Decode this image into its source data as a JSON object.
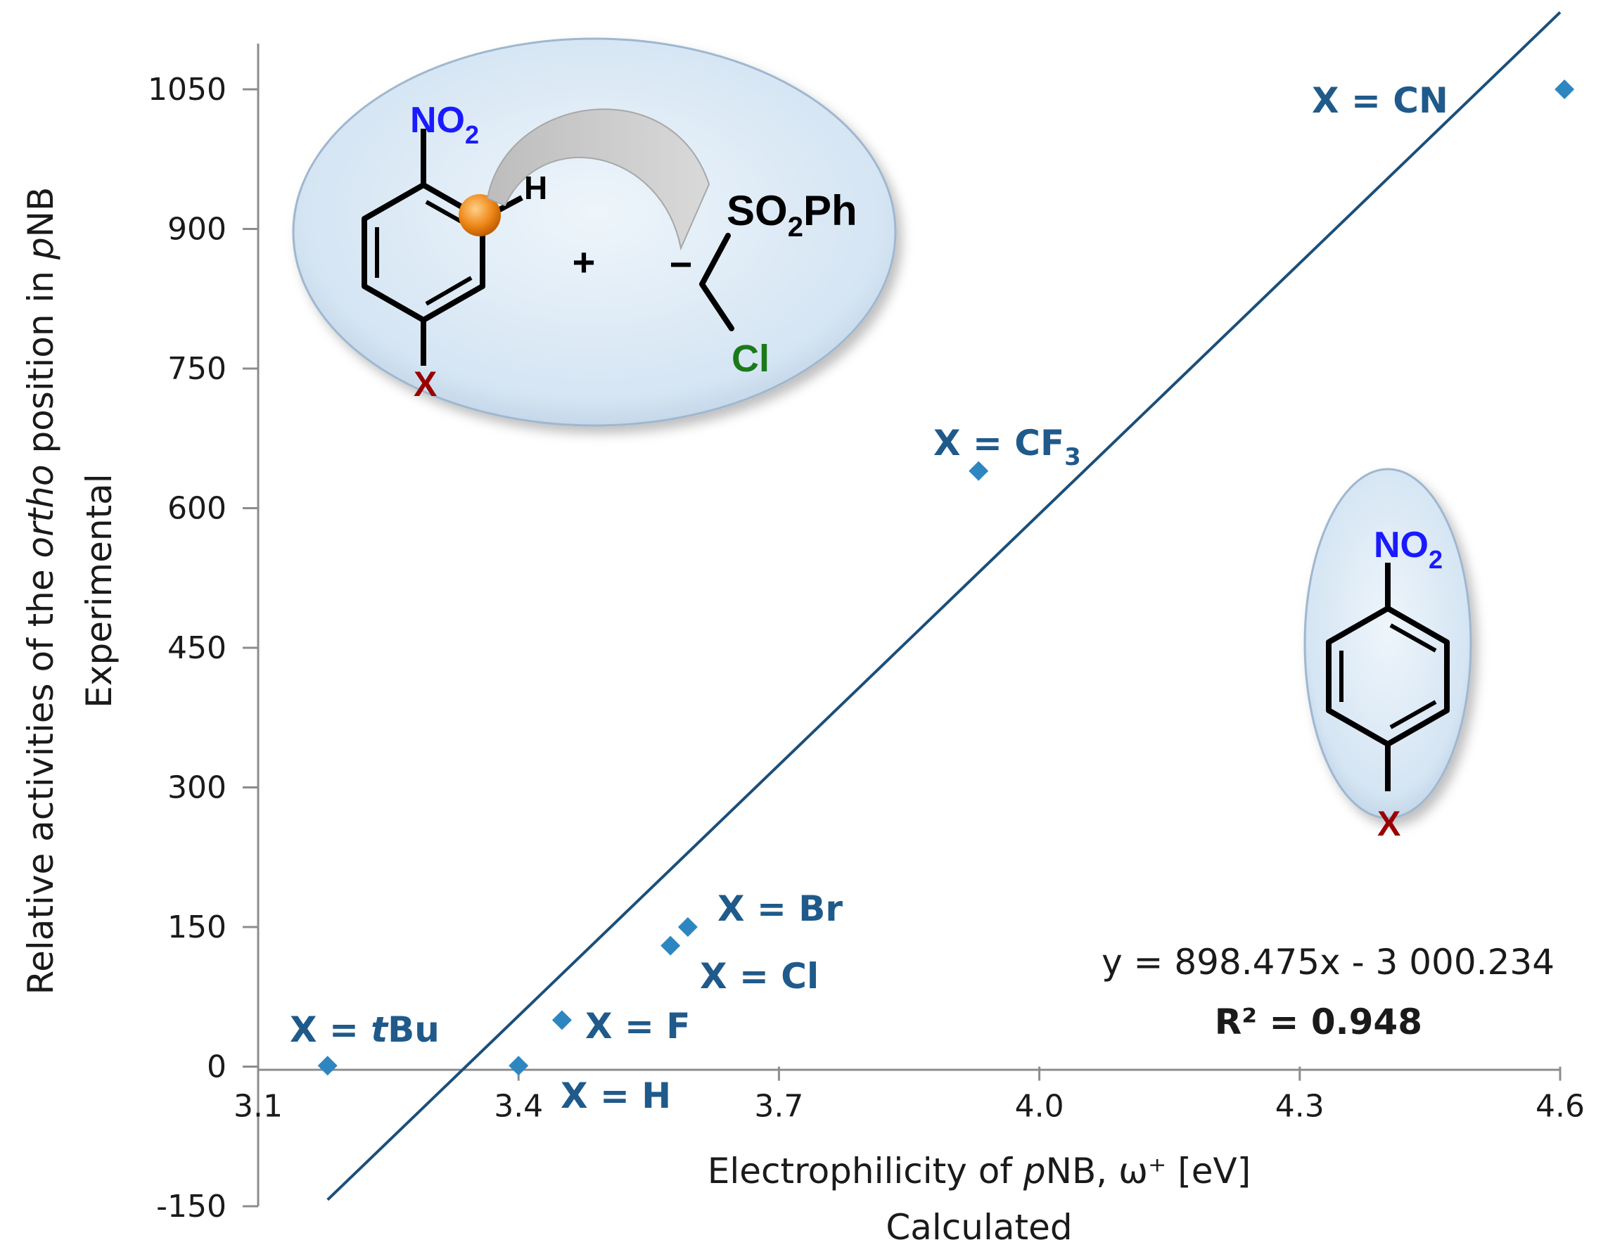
{
  "chart_data": {
    "type": "scatter",
    "xlabel": "Electrophilicity of pNB, ω⁺ [eV]",
    "xlabel_parts": {
      "pre": "Electrophilicity of ",
      "italic": "p",
      "post": "NB, ω⁺ [eV]"
    },
    "xlabel_line2": "Calculated",
    "ylabel_parts": {
      "pre": "Relative activities of the ",
      "italic": "ortho",
      "mid": " position in ",
      "italic2": "p",
      "post": "NB"
    },
    "ylabel_line2": "Experimental",
    "xlim": [
      3.1,
      4.6
    ],
    "ylim": [
      -150,
      1050
    ],
    "x_ticks": [
      "3.1",
      "3.4",
      "3.7",
      "4.0",
      "4.3",
      "4.6"
    ],
    "y_ticks": [
      "-150",
      "0",
      "150",
      "300",
      "450",
      "600",
      "750",
      "900",
      "1050"
    ],
    "points": [
      {
        "label": "X = tBu",
        "label_parts": {
          "pre": "X = ",
          "italic": "t",
          "post": "Bu"
        },
        "x": 3.18,
        "y": 1
      },
      {
        "label": "X = H",
        "x": 3.4,
        "y": 1
      },
      {
        "label": "X = F",
        "x": 3.45,
        "y": 50
      },
      {
        "label": "X = Cl",
        "x": 3.575,
        "y": 130
      },
      {
        "label": "X = Br",
        "x": 3.595,
        "y": 150
      },
      {
        "label": "X = CF3",
        "label_parts": {
          "pre": "X = CF",
          "sub": "3"
        },
        "x": 3.93,
        "y": 640
      },
      {
        "label": "X = CN",
        "x": 4.605,
        "y": 1050
      }
    ],
    "trendline": {
      "slope": 898.475,
      "intercept": -3000.234,
      "x_range": [
        3.18,
        4.6
      ]
    },
    "equation": "y = 898.475x - 3 000.234",
    "r2_label": "R² = 0.948",
    "colors": {
      "points": "#2e86c1",
      "trendline": "#1b4f7a",
      "labels": "#1f5a8a"
    }
  },
  "scheme": {
    "nitro": "NO",
    "nitro_sub": "2",
    "h_label": "H",
    "plus": "+",
    "minus": "−",
    "so2_pre": "SO",
    "so2_sub": "2",
    "so2_post": "Ph",
    "cl": "Cl",
    "x": "X",
    "colors": {
      "nitro": "#1a1aff",
      "x": "#990000",
      "cl": "#1a7a1a",
      "ellipse": "#dce9f5"
    }
  },
  "inset": {
    "nitro": "NO",
    "nitro_sub": "2",
    "x": "X"
  }
}
